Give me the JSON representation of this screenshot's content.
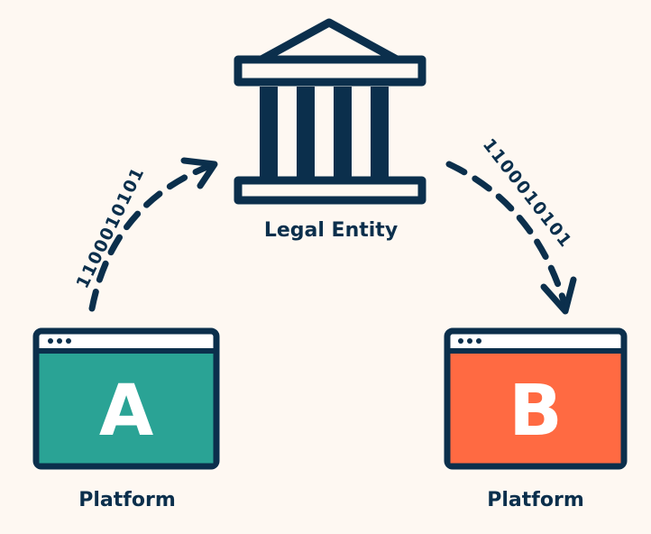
{
  "legal_entity": {
    "label": "Legal Entity",
    "icon": "bank-building-icon"
  },
  "platform_a": {
    "letter": "A",
    "label": "Platform",
    "color": "#2AA395"
  },
  "platform_b": {
    "letter": "B",
    "label": "Platform",
    "color": "#FF6A42"
  },
  "flows": {
    "left_binary": "1100010101",
    "right_binary": "1100010101"
  },
  "colors": {
    "background": "#FEF8F2",
    "outline": "#0B2F4C",
    "window_bar": "#FFFFFF",
    "letter": "#FFFFFF"
  }
}
